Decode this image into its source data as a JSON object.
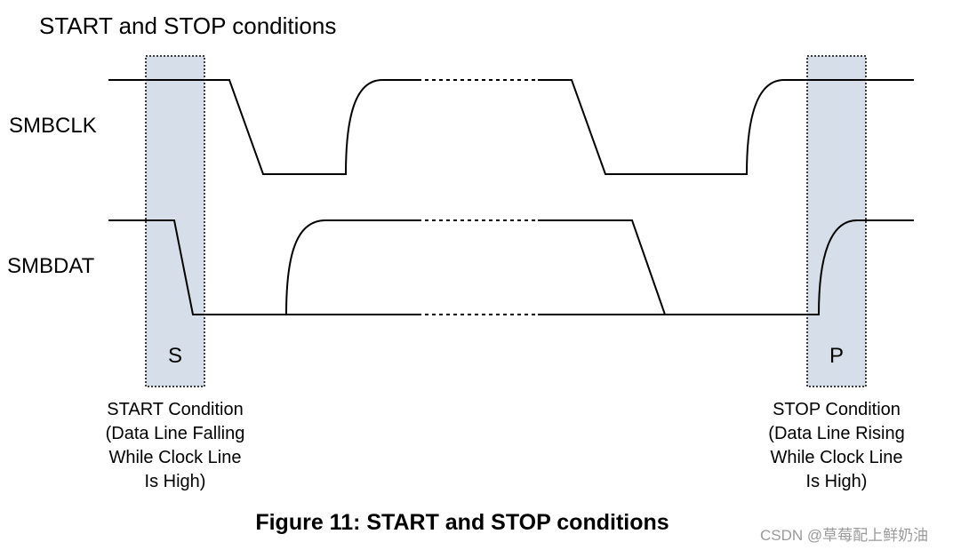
{
  "title": "START and STOP conditions",
  "signals": {
    "clock": "SMBCLK",
    "data": "SMBDAT"
  },
  "conditions": {
    "start": {
      "letter": "S",
      "caption": [
        "START Condition",
        "(Data Line Falling",
        "While Clock Line",
        "Is High)"
      ]
    },
    "stop": {
      "letter": "P",
      "caption": [
        "STOP Condition",
        "(Data Line Rising",
        "While Clock Line",
        "Is High)"
      ]
    }
  },
  "figure_caption": "Figure 11: START and STOP conditions",
  "watermark": "CSDN @草莓配上鲜奶油",
  "colors": {
    "line": "#000000",
    "highlight_fill": "#d6dfe9",
    "highlight_border": "#000000",
    "watermark": "#9a9a9a"
  }
}
